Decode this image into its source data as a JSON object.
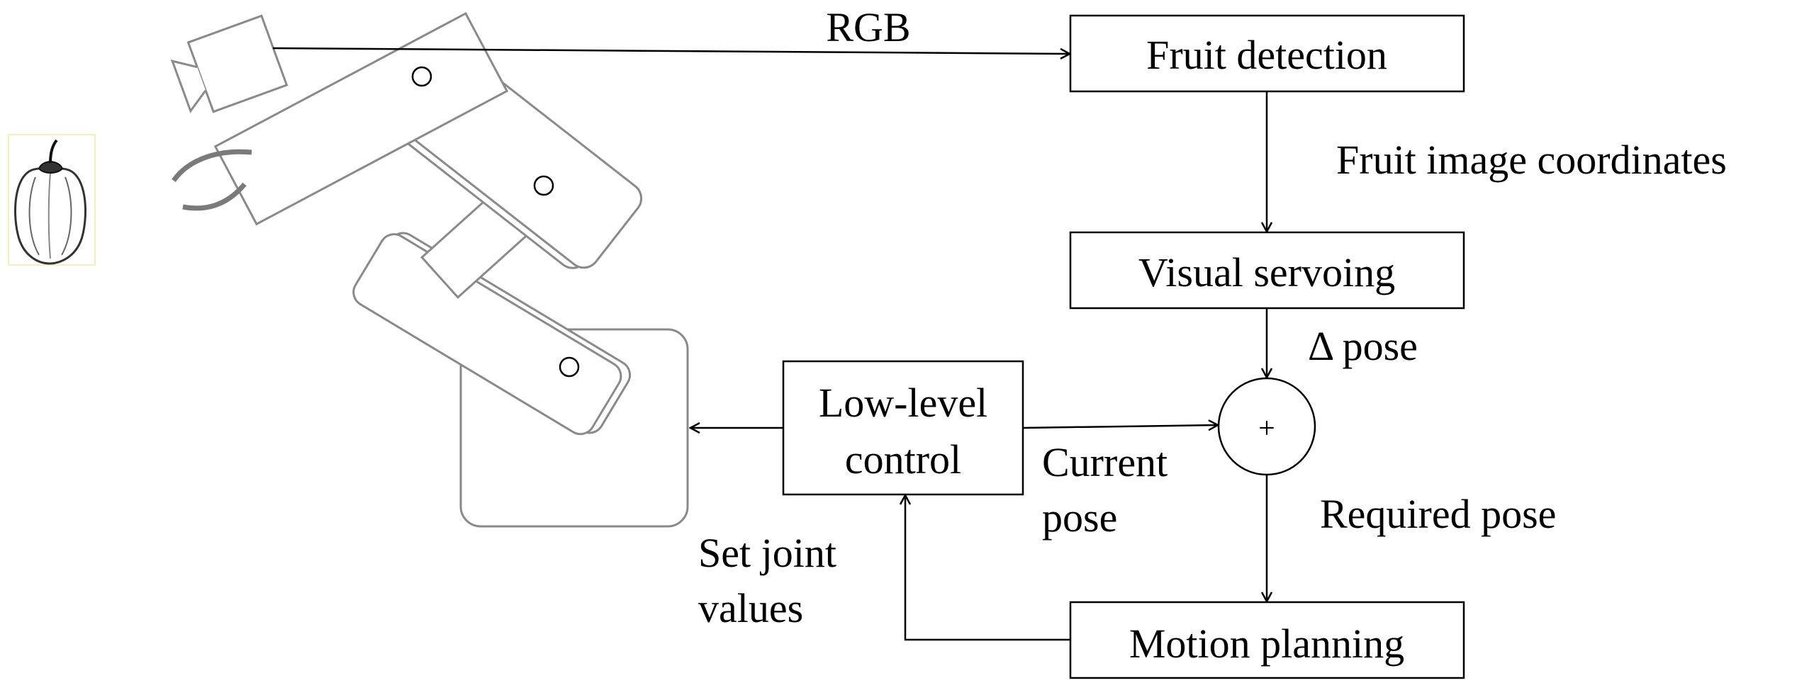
{
  "blocks": {
    "fruit_detection": "Fruit detection",
    "visual_servoing": "Visual servoing",
    "motion_planning": "Motion planning",
    "low_level_control": [
      "Low-level",
      "control"
    ],
    "sum_node": "+"
  },
  "signals": {
    "rgb": "RGB",
    "fruit_image_coordinates": "Fruit image coordinates",
    "delta_pose": "Δ  pose",
    "required_pose": "Required pose",
    "current_pose": [
      "Current",
      "pose"
    ],
    "set_joint_values": [
      "Set joint",
      "values"
    ]
  },
  "icons": {
    "robot_arm": "robot-arm-icon",
    "fruit": "pepper-icon"
  },
  "colors": {
    "line": "#000000",
    "robot_outline": "#8a8a8a",
    "fruit_highlight": "#f4f0b8"
  }
}
